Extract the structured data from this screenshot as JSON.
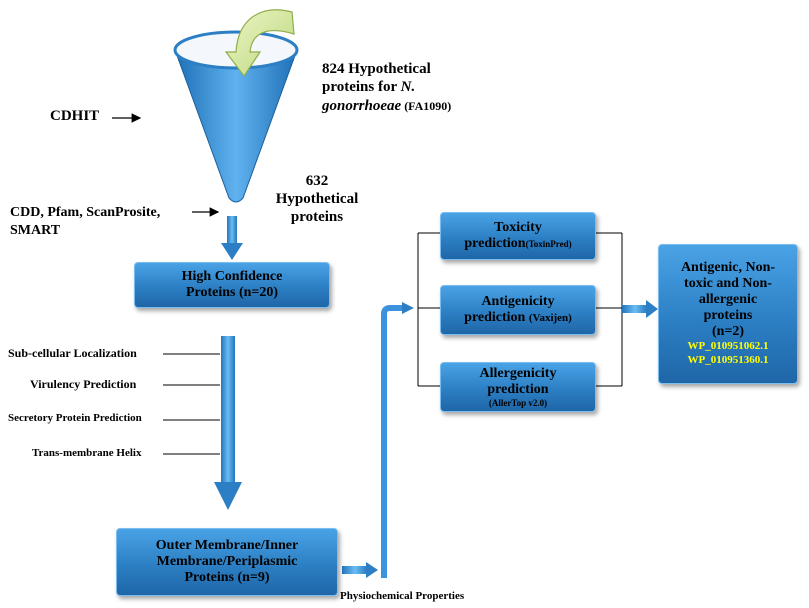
{
  "inputs": {
    "hypothetical_line1": "824 Hypothetical",
    "hypothetical_line2_prefix": "proteins for ",
    "hypothetical_line2_italic": "N.",
    "hypothetical_line3_italic": "gonorrhoeae",
    "hypothetical_line3_suffix": " (FA1090)"
  },
  "cdhit_label": "CDHIT",
  "filtered": {
    "line1": "632",
    "line2": "Hypothetical",
    "line3": "proteins"
  },
  "domain_tools": {
    "line1": "CDD, Pfam, ScanProsite,",
    "line2": "SMART"
  },
  "high_confidence": {
    "line1": "High Confidence",
    "line2": "Proteins (n=20)"
  },
  "filters": [
    "Sub-cellular Localization",
    "Virulency Prediction",
    "Secretory Protein Prediction",
    "Trans-membrane Helix"
  ],
  "membrane_box": {
    "line1": "Outer Membrane/Inner",
    "line2": "Membrane/Periplasmic",
    "line3": "Proteins (n=9)"
  },
  "physio_label": "Physiochemical Properties",
  "toxicity": {
    "line1": "Toxicity",
    "line2": "prediction",
    "tool": "(ToxinPred)"
  },
  "antigenicity": {
    "line1": "Antigenicity",
    "line2": "prediction",
    "tool": "(Vaxijen)"
  },
  "allergenicity": {
    "line1": "Allergenicity",
    "line2": "prediction",
    "tool": "(AllerTop v2.0)"
  },
  "result": {
    "line1": "Antigenic, Non-",
    "line2": "toxic and Non-",
    "line3": "allergenic",
    "line4": "proteins",
    "line5": "(n=2)",
    "ids": [
      "WP_010951062.1",
      "WP_010951360.1"
    ]
  },
  "colors": {
    "box_fill": "#2c7fc4",
    "highlight_text": "#ffff00",
    "cone": "#3a93dc",
    "curl_arrow": "#d9eaa3"
  }
}
